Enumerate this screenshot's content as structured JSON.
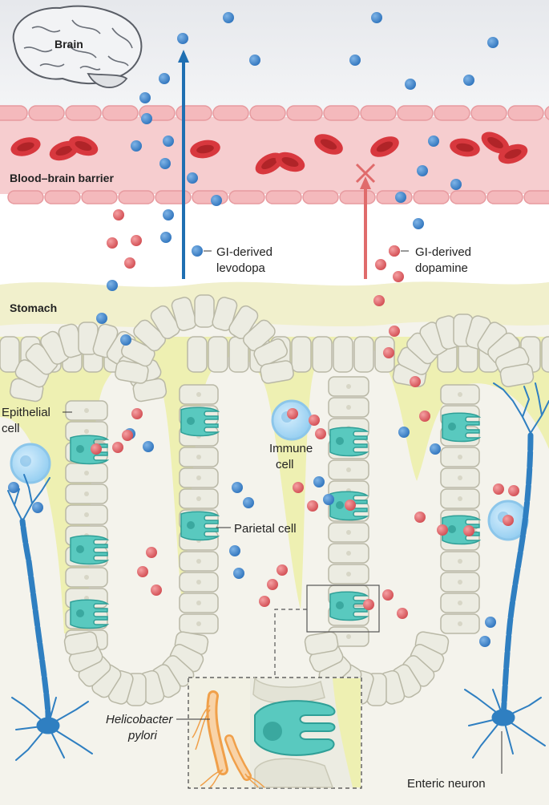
{
  "labels": {
    "brain": "Brain",
    "bbb": "Blood–brain barrier",
    "levodopa_1": "GI-derived",
    "levodopa_2": "levodopa",
    "dopamine_1": "GI-derived",
    "dopamine_2": "dopamine",
    "stomach": "Stomach",
    "epithelial_1": "Epithelial",
    "epithelial_2": "cell",
    "immune_1": "Immune",
    "immune_2": "cell",
    "parietal": "Parietal cell",
    "hpylori_1": "Helicobacter",
    "hpylori_2": "pylori",
    "enteric": "Enteric neuron"
  },
  "colors": {
    "levodopa": "#3f86c9",
    "dopamine": "#e0666a",
    "levodopa_arrow": "#1f6fb2",
    "dopamine_arrow": "#e06b6b",
    "vessel": "#f6c9cb",
    "vessel_edge": "#eeaaae",
    "rbc": "#d8383e",
    "mucosa": "#eef0b3",
    "epithelium": "#ecece2",
    "parietal": "#59c9bf",
    "immune": "#a8d8f4",
    "neuron": "#2f7fc1",
    "bacteria": "#f0a04a"
  }
}
